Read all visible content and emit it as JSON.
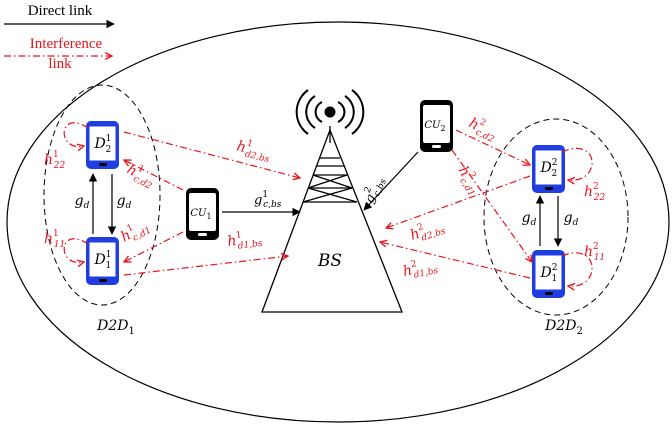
{
  "legend": {
    "direct_label": "Direct link",
    "interference_label_line1": "Interference",
    "interference_label_line2": "link"
  },
  "colors": {
    "direct": "#000000",
    "interference": "#e8141b",
    "phone_screen": "#1f3de0"
  },
  "base_station": {
    "label": "BS"
  },
  "pairs": [
    {
      "label_main": "D2D",
      "label_sub": "1",
      "tx": {
        "main": "D",
        "sub": "2",
        "sup": "1"
      },
      "rx": {
        "main": "D",
        "sub": "1",
        "sup": "1"
      },
      "gain": "g",
      "gain_sub": "d"
    },
    {
      "label_main": "D2D",
      "label_sub": "2",
      "tx": {
        "main": "D",
        "sub": "2",
        "sup": "2"
      },
      "rx": {
        "main": "D",
        "sub": "1",
        "sup": "2"
      },
      "gain": "g",
      "gain_sub": "d"
    }
  ],
  "cellular_users": [
    {
      "main": "CU",
      "sub": "1"
    },
    {
      "main": "CU",
      "sub": "2"
    }
  ],
  "links": {
    "g_c_bs_1": {
      "main": "g",
      "sup": "1",
      "sub": "c,bs"
    },
    "g_c_bs_2": {
      "main": "g",
      "sup": "2",
      "sub": "c,bs"
    },
    "h_d2bs_1": {
      "main": "h",
      "sup": "1",
      "sub": "d2,bs"
    },
    "h_d1bs_1": {
      "main": "h",
      "sup": "1",
      "sub": "d1,bs"
    },
    "h_cd2_1": {
      "main": "h",
      "sup": "1",
      "sub": "c,d2"
    },
    "h_cd1_1": {
      "main": "h",
      "sup": "1",
      "sub": "c,d1"
    },
    "h_22_1": {
      "main": "h",
      "sup": "1",
      "sub": "22"
    },
    "h_11_1": {
      "main": "h",
      "sup": "1",
      "sub": "11"
    },
    "h_cd2_2": {
      "main": "h",
      "sup": "2",
      "sub": "c,d2"
    },
    "h_cd1_2": {
      "main": "h",
      "sup": "2",
      "sub": "c,d1"
    },
    "h_d2bs_2": {
      "main": "h",
      "sup": "2",
      "sub": "d2,bs"
    },
    "h_d1bs_2": {
      "main": "h",
      "sup": "2",
      "sub": "d1,bs"
    },
    "h_22_2": {
      "main": "h",
      "sup": "2",
      "sub": "22"
    },
    "h_11_2": {
      "main": "h",
      "sup": "2",
      "sub": "11"
    }
  }
}
